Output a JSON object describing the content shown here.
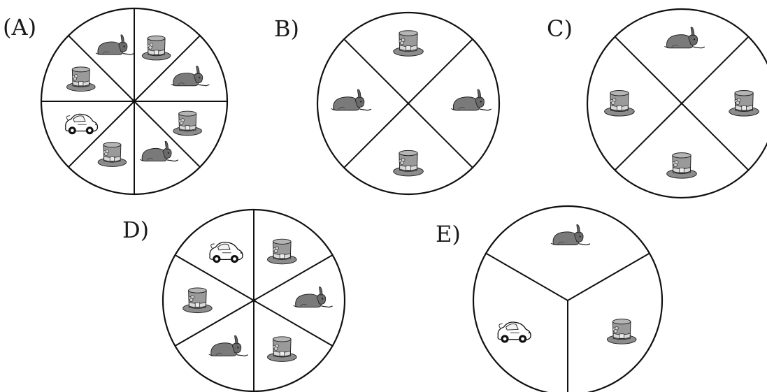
{
  "options": [
    {
      "label": "(A)",
      "sectors": [
        "hat",
        "rabbit",
        "hat",
        "rabbit",
        "hat",
        "car",
        "hat",
        "rabbit"
      ]
    },
    {
      "label": "B)",
      "sectors": [
        "hat",
        "rabbit",
        "hat",
        "rabbit"
      ]
    },
    {
      "label": "C)",
      "sectors": [
        "rabbit",
        "hat",
        "hat",
        "hat"
      ]
    },
    {
      "label": "D)",
      "sectors": [
        "hat",
        "rabbit",
        "hat",
        "rabbit",
        "hat",
        "car"
      ]
    },
    {
      "label": "E)",
      "sectors": [
        "rabbit",
        "hat",
        "car"
      ]
    }
  ],
  "icons": {
    "hat": "top-hat-icon",
    "rabbit": "rabbit-icon",
    "car": "car-icon"
  },
  "colors": {
    "ink": "#111111",
    "hat": "#8c8c8c",
    "rabbit": "#7a7a7a",
    "car": "#ffffff"
  }
}
